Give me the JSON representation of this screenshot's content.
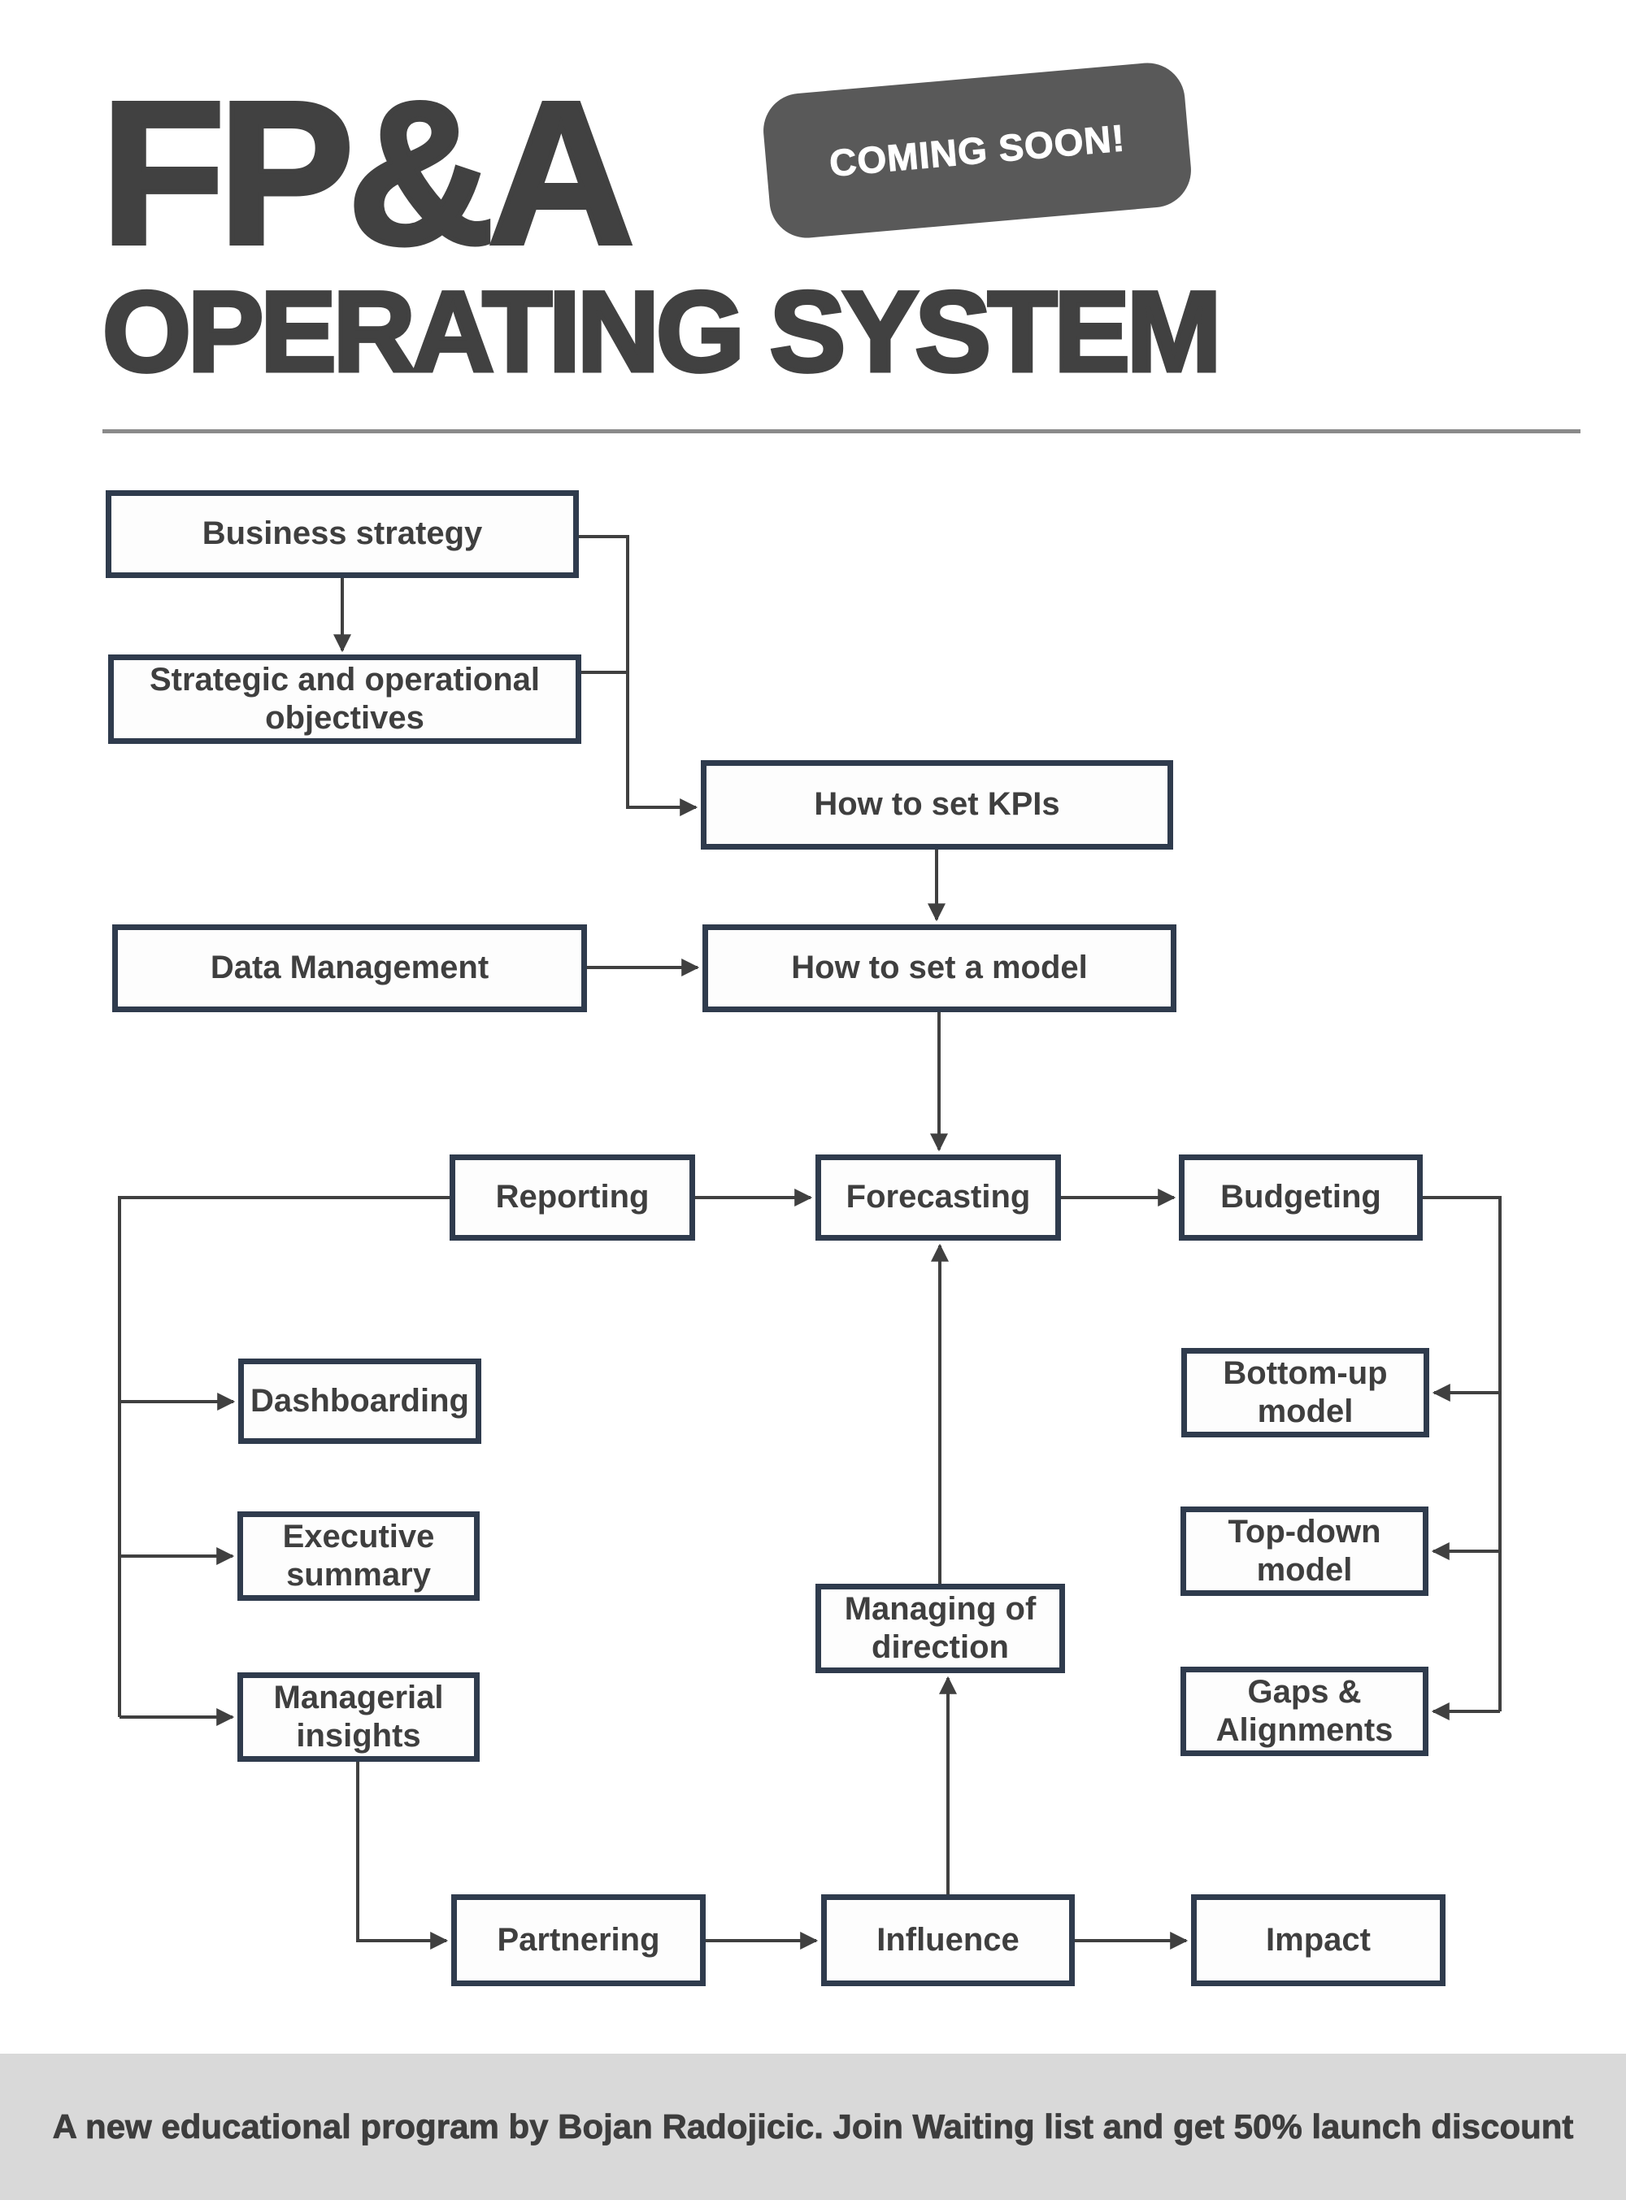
{
  "header": {
    "title": "FP&A",
    "subtitle": "OPERATING SYSTEM",
    "badge_label": "COMING SOON!"
  },
  "diagram": {
    "nodes": [
      {
        "id": "business-strategy",
        "label": "Business strategy"
      },
      {
        "id": "strategic-objectives",
        "label": "Strategic and operational objectives"
      },
      {
        "id": "how-to-set-kpis",
        "label": "How to set KPIs"
      },
      {
        "id": "data-management",
        "label": "Data Management"
      },
      {
        "id": "how-to-set-a-model",
        "label": "How to set a model"
      },
      {
        "id": "reporting",
        "label": "Reporting"
      },
      {
        "id": "forecasting",
        "label": "Forecasting"
      },
      {
        "id": "budgeting",
        "label": "Budgeting"
      },
      {
        "id": "dashboarding",
        "label": "Dashboarding"
      },
      {
        "id": "bottom-up-model",
        "label": "Bottom-up model"
      },
      {
        "id": "executive-summary",
        "label": "Executive summary"
      },
      {
        "id": "top-down-model",
        "label": "Top-down model"
      },
      {
        "id": "managing-of-direction",
        "label": "Managing of direction"
      },
      {
        "id": "managerial-insights",
        "label": "Managerial insights"
      },
      {
        "id": "gaps-alignments",
        "label": "Gaps & Alignments"
      },
      {
        "id": "partnering",
        "label": "Partnering"
      },
      {
        "id": "influence",
        "label": "Influence"
      },
      {
        "id": "impact",
        "label": "Impact"
      }
    ],
    "edges": [
      {
        "from": "business-strategy",
        "to": "strategic-objectives"
      },
      {
        "from": "business-strategy",
        "to": "how-to-set-kpis"
      },
      {
        "from": "strategic-objectives",
        "to": "how-to-set-kpis"
      },
      {
        "from": "how-to-set-kpis",
        "to": "how-to-set-a-model"
      },
      {
        "from": "data-management",
        "to": "how-to-set-a-model"
      },
      {
        "from": "how-to-set-a-model",
        "to": "forecasting"
      },
      {
        "from": "reporting",
        "to": "forecasting"
      },
      {
        "from": "forecasting",
        "to": "budgeting"
      },
      {
        "from": "budgeting",
        "to": "bottom-up-model"
      },
      {
        "from": "budgeting",
        "to": "top-down-model"
      },
      {
        "from": "budgeting",
        "to": "gaps-alignments"
      },
      {
        "from": "reporting",
        "to": "dashboarding"
      },
      {
        "from": "reporting",
        "to": "executive-summary"
      },
      {
        "from": "reporting",
        "to": "managerial-insights"
      },
      {
        "from": "managerial-insights",
        "to": "partnering"
      },
      {
        "from": "partnering",
        "to": "influence"
      },
      {
        "from": "influence",
        "to": "impact"
      },
      {
        "from": "influence",
        "to": "managing-of-direction"
      },
      {
        "from": "managing-of-direction",
        "to": "forecasting"
      }
    ]
  },
  "footer": {
    "text": "A new educational program by Bojan Radojicic. Join Waiting list and get 50% launch discount"
  },
  "colors": {
    "box_border": "#2f3b4d",
    "box_text": "#3f3f3f",
    "connector": "#404040",
    "title_text": "#414141",
    "badge_bg": "#595959",
    "badge_text": "#ffffff",
    "divider": "#8a8a8a",
    "footer_bg": "#d9d9d9",
    "footer_text": "#3d3d3d"
  }
}
